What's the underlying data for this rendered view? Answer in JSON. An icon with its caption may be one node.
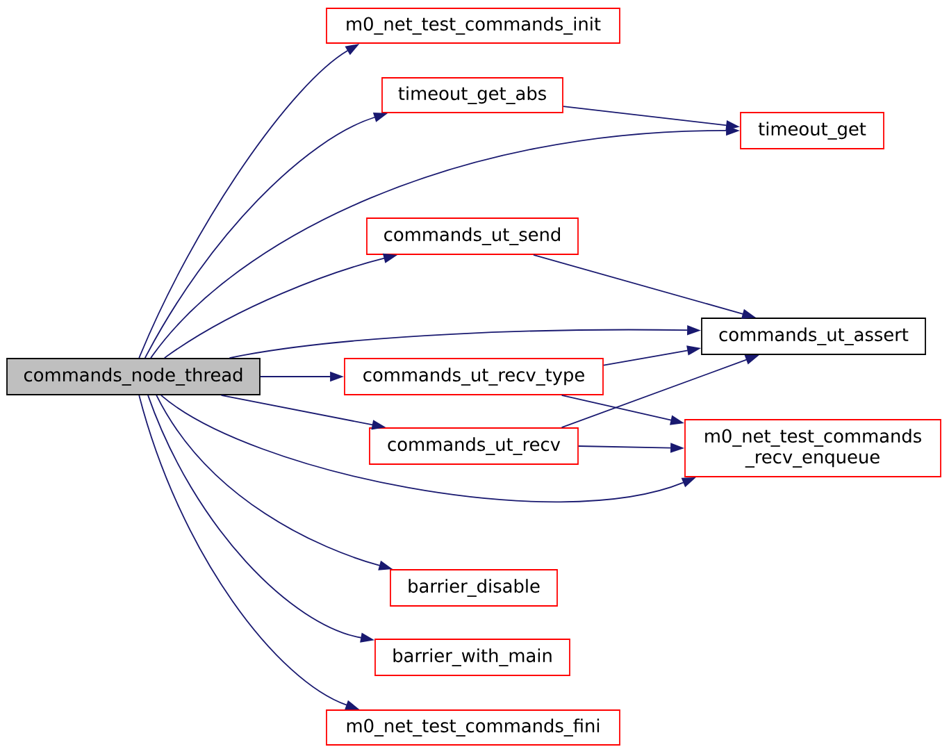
{
  "diagram": {
    "nodes": [
      {
        "text": [
          "commands_node_thread"
        ]
      },
      {
        "text": [
          "m0_net_test_commands_init"
        ]
      },
      {
        "text": [
          "timeout_get_abs"
        ]
      },
      {
        "text": [
          "timeout_get"
        ]
      },
      {
        "text": [
          "commands_ut_send"
        ]
      },
      {
        "text": [
          "commands_ut_assert"
        ]
      },
      {
        "text": [
          "commands_ut_recv_type"
        ]
      },
      {
        "text": [
          "commands_ut_recv"
        ]
      },
      {
        "text": [
          "m0_net_test_commands _recv_enqueue"
        ]
      },
      {
        "text": [
          "barrier_disable"
        ]
      },
      {
        "text": [
          "barrier_with_main"
        ]
      },
      {
        "text": [
          "m0_net_test_commands_fini"
        ]
      }
    ],
    "edges": [
      {
        "from": 0,
        "to": 1,
        "arrow": "to"
      },
      {
        "from": 0,
        "to": 2,
        "arrow": "to"
      },
      {
        "from": 0,
        "to": 3,
        "arrow": "to"
      },
      {
        "from": 0,
        "to": 4,
        "arrow": "to"
      },
      {
        "from": 0,
        "to": 5,
        "arrow": "to"
      },
      {
        "from": 0,
        "to": 6,
        "arrow": "to"
      },
      {
        "from": 0,
        "to": 7,
        "arrow": "to"
      },
      {
        "from": 0,
        "to": 8,
        "arrow": "to"
      },
      {
        "from": 0,
        "to": 9,
        "arrow": "to"
      },
      {
        "from": 0,
        "to": 10,
        "arrow": "to"
      },
      {
        "from": 0,
        "to": 11,
        "arrow": "to"
      },
      {
        "from": 2,
        "to": 3,
        "arrow": "to"
      },
      {
        "from": 4,
        "to": 5,
        "arrow": "to"
      },
      {
        "from": 6,
        "to": 5,
        "arrow": "to"
      },
      {
        "from": 6,
        "to": 8,
        "arrow": "to"
      },
      {
        "from": 7,
        "to": 5,
        "arrow": "to"
      },
      {
        "from": 7,
        "to": 8,
        "arrow": "to"
      }
    ]
  }
}
